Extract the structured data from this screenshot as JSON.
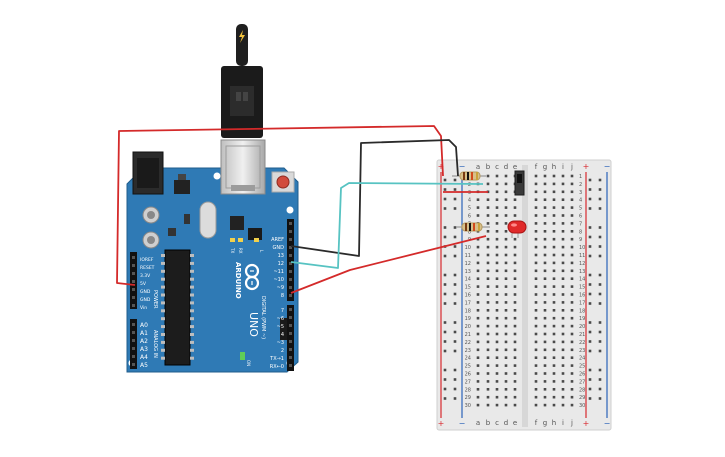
{
  "colors": {
    "board": "#2f7ab5",
    "board_dark": "#205d8c",
    "breadboard": "#e9e9e9",
    "rail_red": "#d8292f",
    "rail_blue": "#2b62b8",
    "wire_red": "#d42a2a",
    "wire_black": "#2a2a2a",
    "wire_cyan": "#57c3c2",
    "led_red": "#e02a2a",
    "background": "#ffffff"
  },
  "icons": {
    "usb_plug": "usb-plug-icon",
    "lightning": "lightning-icon",
    "infinity_logo": "arduino-infinity-logo-icon"
  },
  "arduino": {
    "power_pins": [
      "IOREF",
      "RESET",
      "3.3V",
      "5V",
      "GND",
      "GND",
      "Vin"
    ],
    "analog_pins": [
      "A0",
      "A1",
      "A2",
      "A3",
      "A4",
      "A5"
    ],
    "power_label": "POWER",
    "analog_label": "ANALOG IN",
    "top_pins": [
      "AREF",
      "GND",
      "13",
      "12",
      "~11",
      "~10",
      "~9",
      "8"
    ],
    "bottom_pins": [
      "7",
      "~6",
      "~5",
      "4",
      "~3",
      "2",
      "TX→1",
      "RX←0"
    ],
    "digital_label": "DIGITAL (PWM ~)",
    "brand": "ARDUINO",
    "model": "UNO",
    "led_labels": [
      "L",
      "TX",
      "RX"
    ],
    "on_label": "ON"
  },
  "breadboard": {
    "left_letters": [
      "a",
      "b",
      "c",
      "d",
      "e"
    ],
    "right_letters": [
      "f",
      "g",
      "h",
      "i",
      "j"
    ],
    "rail_plus": "+",
    "rail_minus": "−",
    "row_numbers": [
      "1",
      "2",
      "3",
      "4",
      "5",
      "6",
      "7",
      "8",
      "9",
      "10",
      "11",
      "12",
      "13",
      "14",
      "15",
      "16",
      "17",
      "18",
      "19",
      "20",
      "21",
      "22",
      "23",
      "24",
      "25",
      "26",
      "27",
      "28",
      "29",
      "30"
    ]
  }
}
